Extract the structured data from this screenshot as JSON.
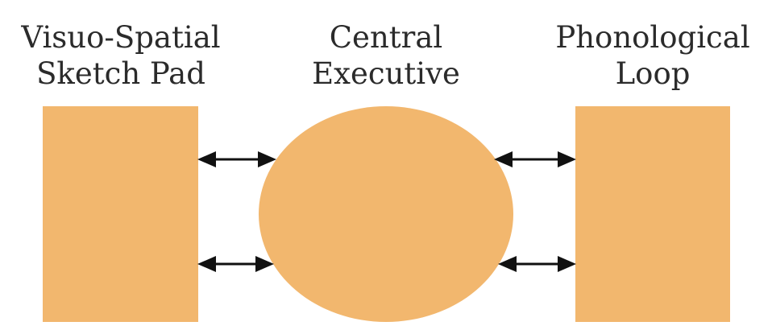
{
  "diagram": {
    "type": "working-memory-model",
    "components": [
      {
        "id": "visuo-spatial-sketch-pad",
        "shape": "rectangle",
        "line1": "Visuo-Spatial",
        "line2": "Sketch Pad"
      },
      {
        "id": "central-executive",
        "shape": "ellipse",
        "line1": "Central",
        "line2": "Executive"
      },
      {
        "id": "phonological-loop",
        "shape": "rectangle",
        "line1": "Phonological",
        "line2": "Loop"
      }
    ],
    "connections": [
      {
        "from": "visuo-spatial-sketch-pad",
        "to": "central-executive",
        "style": "double-headed-arrow",
        "position": "upper"
      },
      {
        "from": "visuo-spatial-sketch-pad",
        "to": "central-executive",
        "style": "double-headed-arrow",
        "position": "lower"
      },
      {
        "from": "central-executive",
        "to": "phonological-loop",
        "style": "double-headed-arrow",
        "position": "upper"
      },
      {
        "from": "central-executive",
        "to": "phonological-loop",
        "style": "double-headed-arrow",
        "position": "lower"
      }
    ],
    "colors": {
      "shape_fill": "#F2B76E",
      "arrow": "#111111",
      "text": "#2B2B2B",
      "background": "#FFFFFF"
    }
  }
}
